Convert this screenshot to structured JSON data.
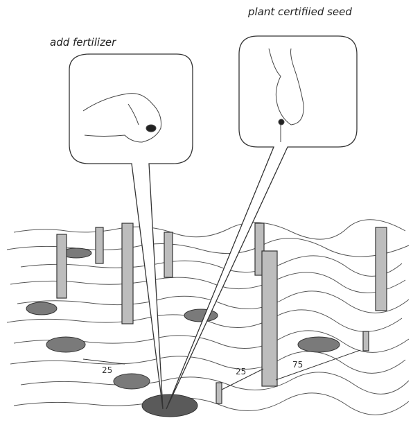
{
  "labels": {
    "fertilizer": "add  fertilizer",
    "seed": "plant  certifiied seed"
  },
  "measurements": {
    "left_spacing": "25",
    "middle_spacing": "25",
    "right_spacing": "75"
  },
  "colors": {
    "ink": "#2a2a2a",
    "soil_shade": "#6b6b6b",
    "background": "#ffffff"
  }
}
